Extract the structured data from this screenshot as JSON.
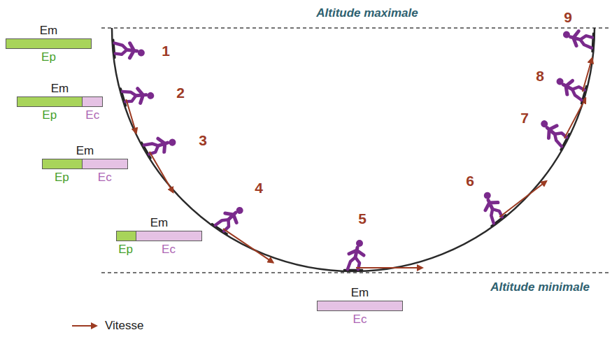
{
  "diagram": {
    "nodes": [
      {
        "text": [
          "Em",
          "Ep"
        ]
      },
      {
        "text": [
          "Em",
          "Ep",
          "Ec"
        ]
      },
      {
        "text": [
          "Em",
          "Ep",
          "Ec"
        ]
      },
      {
        "text": [
          "Em",
          "Ep",
          "Ec"
        ]
      },
      {
        "text": [
          "Em",
          "Ec"
        ]
      }
    ],
    "labels": [
      "Altitude maximale",
      "Altitude minimale",
      "1",
      "2",
      "3",
      "4",
      "5",
      "6",
      "7",
      "8",
      "9"
    ],
    "legend": [
      {
        "text": "Vitesse"
      }
    ]
  }
}
